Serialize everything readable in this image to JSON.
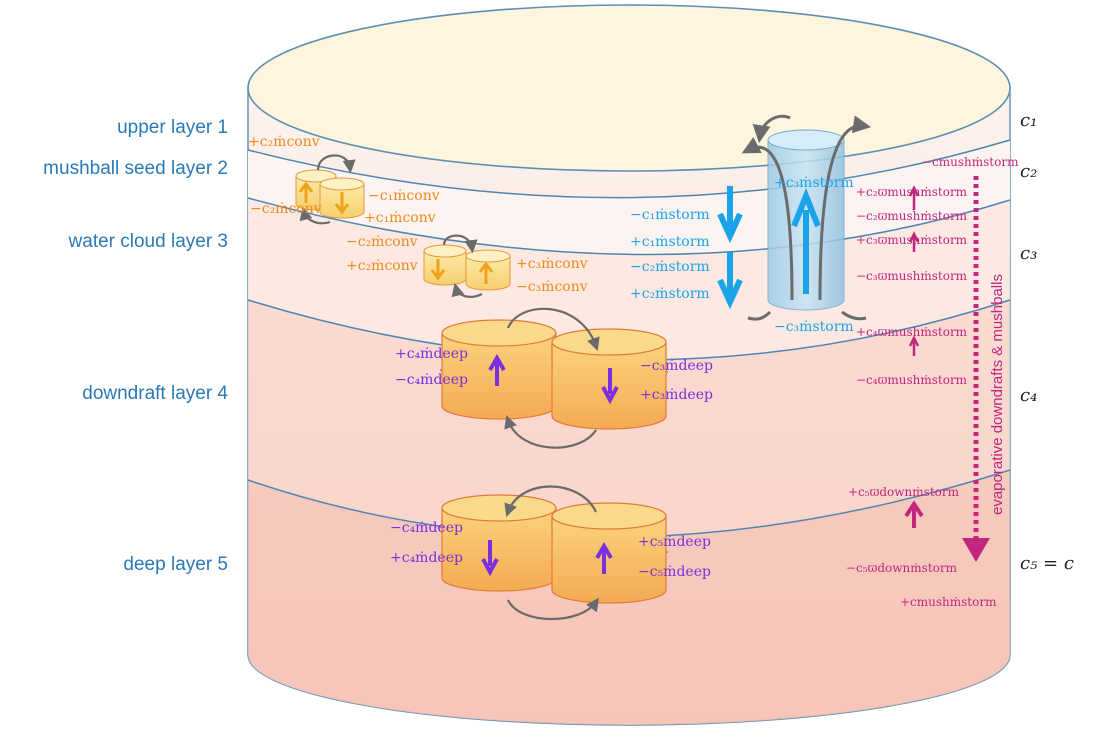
{
  "layers": [
    {
      "label": "upper layer 1",
      "coeff": "c₁"
    },
    {
      "label": "mushball seed layer 2",
      "coeff": "c₂"
    },
    {
      "label": "water cloud layer 3",
      "coeff": "c₃"
    },
    {
      "label": "downdraft layer 4",
      "coeff": "c₄"
    },
    {
      "label": "deep layer 5",
      "coeff": "c₅ = c"
    }
  ],
  "colors": {
    "layer_label": "#2a7ab7",
    "conv": "#ee8a1d",
    "storm": "#1aa3e8",
    "deep": "#7a2fe0",
    "mush": "#c2267e",
    "gray_arrow": "#6b6b6b"
  },
  "conv_terms": {
    "l2_top": "+c₂ṁconv",
    "l2_right_top": "−c₁ṁconv",
    "l2_bot": "−c₂ṁconv",
    "l2_right_bot": "+c₁ṁconv",
    "l3_left_top": "−c₂ṁconv",
    "l3_left_bot": "+c₂ṁconv",
    "l3_right_top": "+c₃ṁconv",
    "l3_right_bot": "−c₃ṁconv"
  },
  "storm_terms": {
    "t1": "−c₁ṁstorm",
    "t2": "+c₁ṁstorm",
    "t3": "−c₂ṁstorm",
    "t4": "+c₂ṁstorm",
    "updraft_top": "+c₃ṁstorm",
    "updraft_bottom": "−c₃ṁstorm"
  },
  "deep_terms": {
    "l4_left_top": "+c₄ṁdeep",
    "l4_left_bot": "−c₄ṁdeep",
    "l4_right_top": "−c₃ṁdeep",
    "l4_right_bot": "+c₃ṁdeep",
    "l5_left_top": "−c₄ṁdeep",
    "l5_left_bot": "+c₄ṁdeep",
    "l5_right_top": "+c₅ṁdeep",
    "l5_right_bot": "−c₅ṁdeep"
  },
  "mush_terms": {
    "m1": "−cmushṁstorm",
    "m2": "+c₂ϖmushṁstorm",
    "m3": "−c₂ϖmushṁstorm",
    "m4": "+c₃ϖmushṁstorm",
    "m5": "−c₃ϖmushṁstorm",
    "m6": "+c₄ϖmushṁstorm",
    "m7": "−c₄ϖmushṁstorm",
    "m8": "+c₅ϖdownṁstorm",
    "m9": "−c₅ϖdownṁstorm",
    "m10": "+cmushṁstorm"
  },
  "vertical_label": "evaporative downdrafts & mushballs"
}
